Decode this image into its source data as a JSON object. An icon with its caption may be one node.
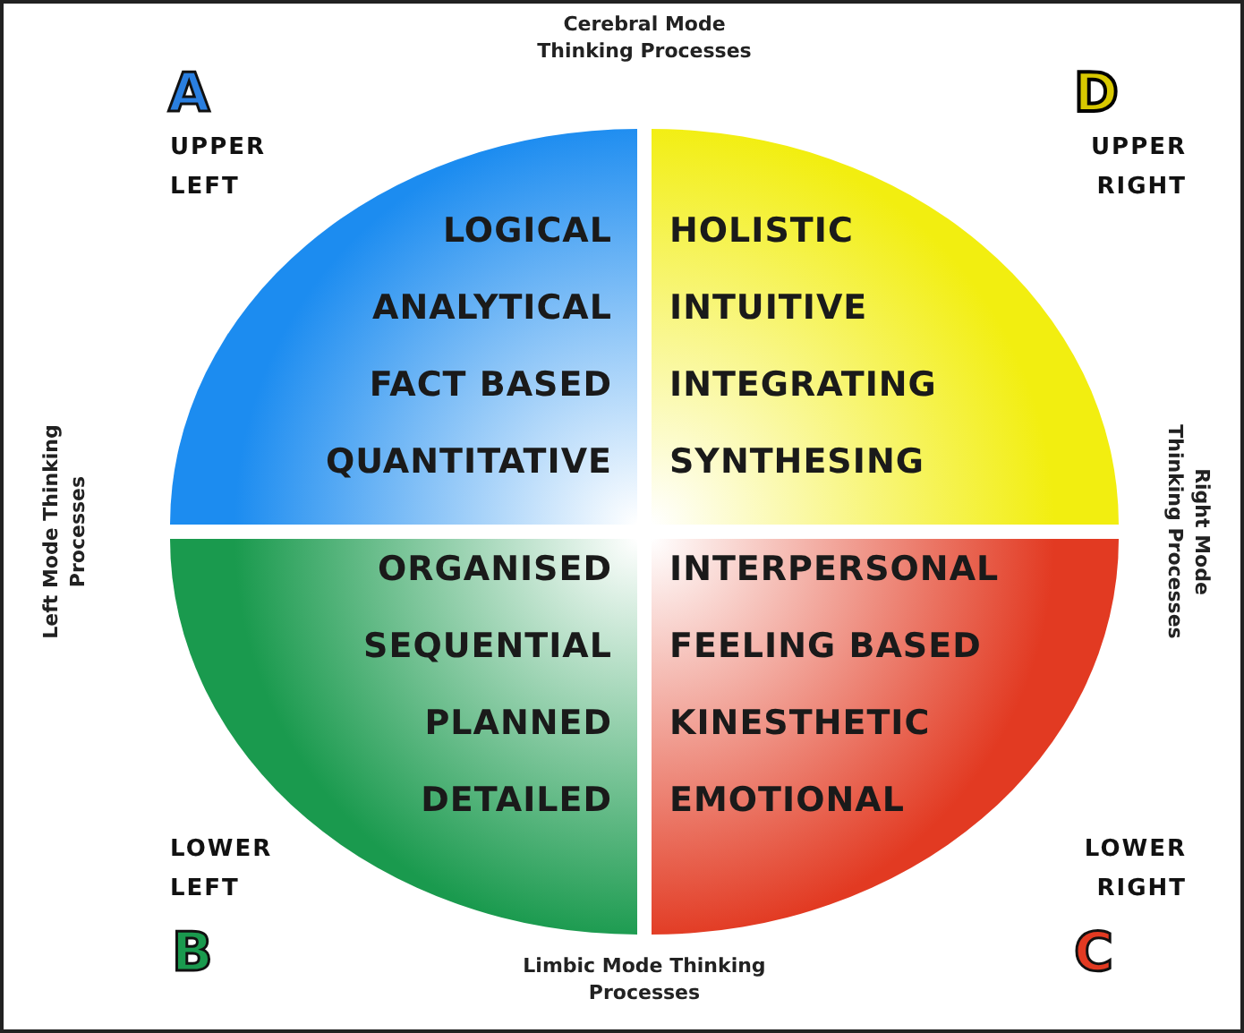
{
  "diagram": {
    "nodes": [
      {
        "text": [
          "LOGICAL",
          "ANALYTICAL",
          "FACT BASED",
          "QUANTITATIVE"
        ]
      },
      {
        "text": [
          "HOLISTIC",
          "INTUITIVE",
          "INTEGRATING",
          "SYNTHESING"
        ]
      },
      {
        "text": [
          "ORGANISED",
          "SEQUENTIAL",
          "PLANNED",
          "DETAILED"
        ]
      },
      {
        "text": [
          "INTERPERSONAL",
          "FEELING BASED",
          "KINESTHETIC",
          "EMOTIONAL"
        ]
      }
    ],
    "labels": [
      "Cerebral Mode Thinking Processes",
      "A",
      "UPPER LEFT",
      "D",
      "UPPER RIGHT",
      "Left Mode Thinking Processes",
      "Right Mode Thinking Processes",
      "LOWER LEFT",
      "LOWER RIGHT",
      "B",
      "C",
      "Limbic Mode Thinking Processes"
    ]
  }
}
